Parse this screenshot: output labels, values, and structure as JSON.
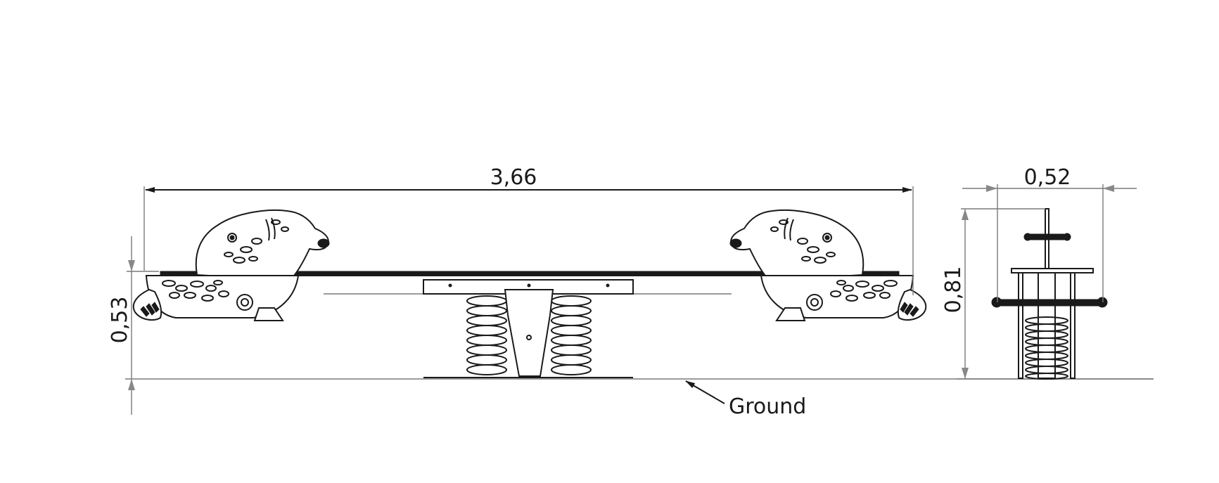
{
  "dimensions": {
    "overall_length": "3,66",
    "overall_width": "0,52",
    "seat_height": "0,53",
    "overall_height": "0,81"
  },
  "labels": {
    "ground": "Ground"
  }
}
